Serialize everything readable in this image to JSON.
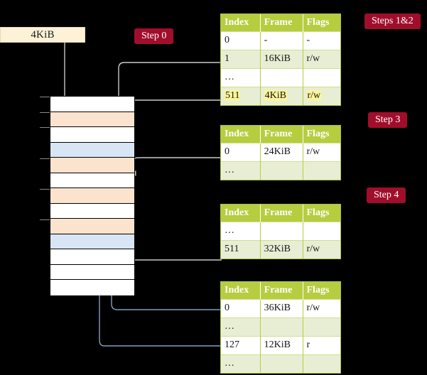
{
  "diagram": {
    "title": "Multi-level page table translation walk",
    "background_color": "#000000",
    "accent_badge_color": "#a10e2b",
    "table_header_color": "#b5cd3f",
    "highlight_color": "#fbf59a",
    "wire_gray": "#c9c9c9",
    "wire_blue": "#7f9fc4"
  },
  "size_label": {
    "text": "4KiB"
  },
  "badges": [
    {
      "name": "step-0",
      "label": "Step 0"
    },
    {
      "name": "steps-1-2",
      "label": "Steps 1&2"
    },
    {
      "name": "step-3",
      "label": "Step 3"
    },
    {
      "name": "step-4",
      "label": "Step 4"
    }
  ],
  "memory": {
    "name": "physical-memory-column",
    "row_count": 13,
    "rows": [
      {
        "fill": "white"
      },
      {
        "fill": "orange"
      },
      {
        "fill": "white"
      },
      {
        "fill": "blue"
      },
      {
        "fill": "orange"
      },
      {
        "fill": "white"
      },
      {
        "fill": "orange"
      },
      {
        "fill": "white"
      },
      {
        "fill": "orange"
      },
      {
        "fill": "blue"
      },
      {
        "fill": "white"
      },
      {
        "fill": "white"
      },
      {
        "fill": "white"
      }
    ]
  },
  "tables": [
    {
      "name": "page-table-level-4",
      "step": "Steps 1&2",
      "columns": [
        "Index",
        "Frame",
        "Flags"
      ],
      "rows": [
        {
          "index": "0",
          "frame": "-",
          "flags": "-",
          "style": "plain",
          "highlight": false
        },
        {
          "index": "1",
          "frame": "16KiB",
          "flags": "r/w",
          "style": "alt",
          "highlight": false
        },
        {
          "index": "…",
          "frame": "",
          "flags": "",
          "style": "plain",
          "highlight": false
        },
        {
          "index": "511",
          "frame": "4KiB",
          "flags": "r/w",
          "style": "alt",
          "highlight": true
        }
      ]
    },
    {
      "name": "page-table-level-3",
      "step": "Step 3",
      "columns": [
        "Index",
        "Frame",
        "Flags"
      ],
      "rows": [
        {
          "index": "0",
          "frame": "24KiB",
          "flags": "r/w",
          "style": "plain",
          "highlight": false
        },
        {
          "index": "…",
          "frame": "",
          "flags": "",
          "style": "alt",
          "highlight": false
        }
      ]
    },
    {
      "name": "page-table-level-2",
      "step": "Step 4",
      "columns": [
        "Index",
        "Frame",
        "Flags"
      ],
      "rows": [
        {
          "index": "…",
          "frame": "",
          "flags": "",
          "style": "plain",
          "highlight": false
        },
        {
          "index": "511",
          "frame": "32KiB",
          "flags": "r/w",
          "style": "alt",
          "highlight": false
        }
      ]
    },
    {
      "name": "page-table-level-1",
      "step": "",
      "columns": [
        "Index",
        "Frame",
        "Flags"
      ],
      "rows": [
        {
          "index": "0",
          "frame": "36KiB",
          "flags": "r/w",
          "style": "plain",
          "highlight": false
        },
        {
          "index": "…",
          "frame": "",
          "flags": "",
          "style": "alt",
          "highlight": false
        },
        {
          "index": "127",
          "frame": "12KiB",
          "flags": "r",
          "style": "plain",
          "highlight": false
        },
        {
          "index": "…",
          "frame": "",
          "flags": "",
          "style": "alt",
          "highlight": false
        }
      ]
    }
  ]
}
